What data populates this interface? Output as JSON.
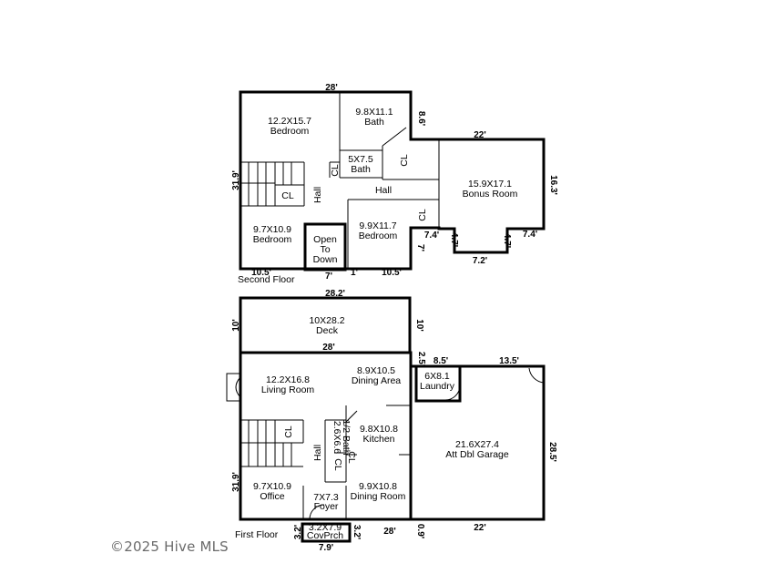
{
  "second_floor": {
    "caption": "Second Floor",
    "rooms": {
      "bedroom_a_dim": "12.2X15.7",
      "bedroom_a_name": "Bedroom",
      "bath_a_dim": "9.8X11.1",
      "bath_a_name": "Bath",
      "bath_b_dim": "5X7.5",
      "bath_b_name": "Bath",
      "bonus_dim": "15.9X17.1",
      "bonus_name": "Bonus Room",
      "bedroom_b_dim": "9.7X10.9",
      "bedroom_b_name": "Bedroom",
      "bedroom_c_dim": "9.9X11.7",
      "bedroom_c_name": "Bedroom",
      "open_1": "Open",
      "open_2": "To",
      "open_3": "Down",
      "hall_v": "Hall",
      "hall_h": "Hall",
      "closet_1": "CL",
      "closet_2": "CL",
      "closet_3": "CL",
      "closet_4": "CL"
    },
    "dims": {
      "top": "28'",
      "right_notch": "8.6'",
      "bonus_top": "22'",
      "bonus_right": "16.3'",
      "left": "31.9'",
      "d_74a": "7.4'",
      "d_47a": "4.7'",
      "d_47b": "4.7'",
      "d_74b": "7.4'",
      "d_72": "7.2'",
      "d_7v": "7'",
      "bot_left": "10.5'",
      "bot_mid": "7'",
      "bot_1": "1'",
      "bot_right": "10.5'"
    }
  },
  "first_floor": {
    "caption": "First Floor",
    "rooms": {
      "deck_dim": "10X28.2",
      "deck_name": "Deck",
      "living_dim": "12.2X16.8",
      "living_name": "Living Room",
      "dining_area_dim": "8.9X10.5",
      "dining_area_name": "Dining Area",
      "laundry_dim": "6X8.1",
      "laundry_name": "Laundry",
      "kitchen_dim": "9.8X10.8",
      "kitchen_name": "Kitchen",
      "half_bath_dim": "2.6X6.6",
      "half_bath_name": "1/2 Bath",
      "garage_dim": "21.6X27.4",
      "garage_name": "Att Dbl Garage",
      "office_dim": "9.7X10.9",
      "office_name": "Office",
      "foyer_dim": "7X7.3",
      "foyer_name": "Foyer",
      "dining_room_dim": "9.9X10.8",
      "dining_room_name": "Dining Room",
      "porch_dim": "3.2X7.9",
      "porch_name": "CovPrch",
      "hall": "Hall",
      "closet_1": "CL",
      "closet_2": "CL",
      "closet_3": "CL"
    },
    "dims": {
      "deck_top": "28.2'",
      "deck_left": "10'",
      "deck_right": "10'",
      "house_top": "28'",
      "d_25": "2.5'",
      "laundry_top": "8.5'",
      "garage_top": "13.5'",
      "garage_right": "28.5'",
      "left": "31.9'",
      "bottom": "28'",
      "d_09": "0.9'",
      "garage_bottom": "22'",
      "porch_left": "3.2'",
      "porch_right": "3.2'",
      "porch_bottom": "7.9'"
    }
  },
  "copyright": "©2025 Hive MLS"
}
